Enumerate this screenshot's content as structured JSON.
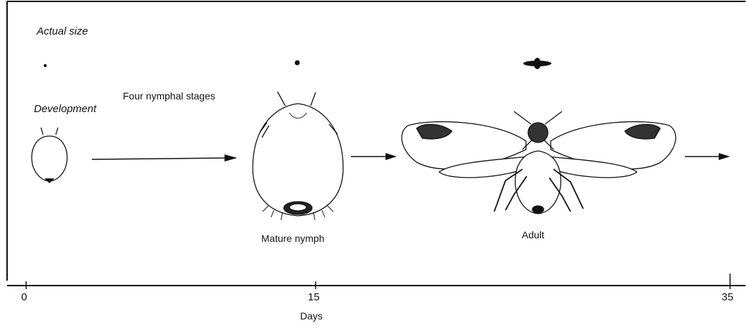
{
  "labels": {
    "actual_size": "Actual size",
    "development": "Development",
    "four_stages": "Four nymphal stages",
    "mature_nymph": "Mature nymph",
    "adult": "Adult"
  },
  "axis": {
    "title": "Days",
    "ticks": [
      "0",
      "15",
      "35"
    ]
  },
  "icons": {
    "egg": "egg-icon",
    "nymph": "mature-nymph-icon",
    "adult": "adult-whitefly-icon"
  },
  "colors": {
    "ink": "#111111",
    "background": "#ffffff"
  }
}
